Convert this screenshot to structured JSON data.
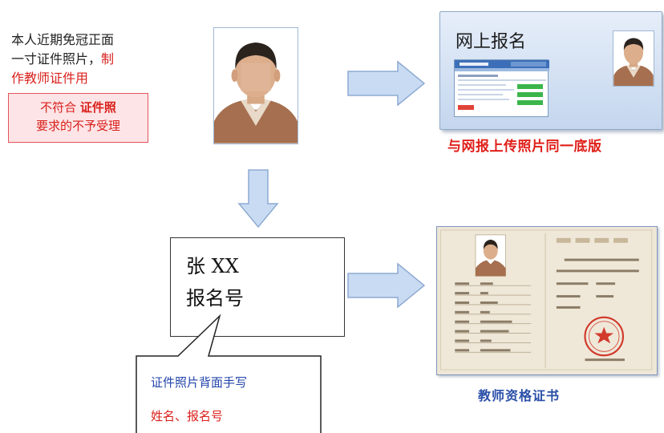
{
  "intro": {
    "line1": "本人近期免冠正面",
    "line2": "一寸证件照片，",
    "line2_red": "制",
    "line3_red": "作教师证件用"
  },
  "reject": {
    "part1": "不符合 ",
    "part1_bold": "证件照",
    "part2": "要求的不予受理"
  },
  "online": {
    "title": "网上报名",
    "caption": "与网报上传照片同一底版"
  },
  "writing": {
    "line1": "张 XX",
    "line2": "报名号"
  },
  "bubble": {
    "line1": "证件照片背面手写",
    "line2": "姓名、报名号"
  },
  "certificate": {
    "caption": "教师资格证书"
  },
  "colors": {
    "arrow_fill": "#c9dbf2",
    "arrow_stroke": "#8daad3",
    "accent_red": "#e0201a",
    "accent_blue": "#2a4fa8"
  }
}
